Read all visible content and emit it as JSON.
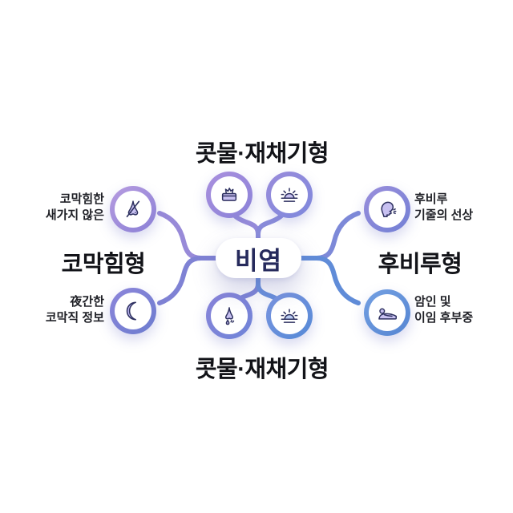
{
  "colors": {
    "background": "#ffffff",
    "purple_accent": "#9b8cdb",
    "blue_accent": "#5f8ed8",
    "icon_fill": "#c8c1f1",
    "icon_outline": "#2e3160",
    "heading_text": "#121318",
    "center_text": "#262a5c"
  },
  "center": {
    "label": "비염"
  },
  "top_branch": {
    "label": "콧물·재채기형",
    "icons": [
      "tissue-box-icon",
      "sunrise-icon"
    ]
  },
  "bottom_branch": {
    "label": "콧물·재채기형",
    "icons": [
      "dripping-nose-icon",
      "sunrise-icon"
    ]
  },
  "left_branch": {
    "label": "코막힘형",
    "items": [
      {
        "icon": "blocked-nose-icon",
        "line1": "코막힘한",
        "line2": "새가지 않은"
      },
      {
        "icon": "crescent-moon-icon",
        "line1": "夜간한",
        "line2": "코막직 정보"
      }
    ]
  },
  "right_branch": {
    "label": "후비루형",
    "items": [
      {
        "icon": "coughing-person-icon",
        "line1": "후비루",
        "line2": "기줄의 선상"
      },
      {
        "icon": "person-reclining-icon",
        "line1": "암인 및",
        "line2": "이임 후부중"
      }
    ]
  }
}
